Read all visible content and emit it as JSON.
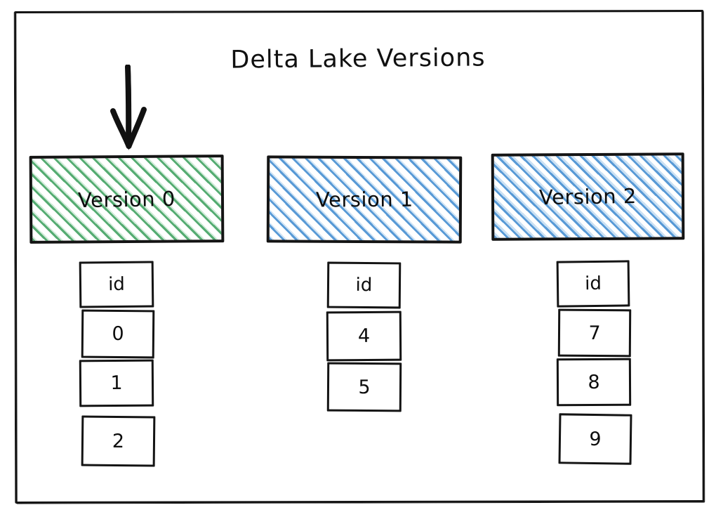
{
  "diagram": {
    "title": "Delta Lake Versions",
    "frame": {
      "name": "outer-border"
    },
    "arrow": {
      "name": "down-arrow",
      "points_to": "Version 0"
    },
    "colors": {
      "version0_hatch": "#4ca86a",
      "version1_hatch": "#4f94d4",
      "version2_hatch": "#4f94d4",
      "header_hatch": "#aaaaaa",
      "stroke": "#141414",
      "background": "#ffffff"
    },
    "versions": [
      {
        "label": "Version 0",
        "hatch": "green",
        "table": {
          "header": "id",
          "rows": [
            "0",
            "1",
            "2"
          ]
        }
      },
      {
        "label": "Version 1",
        "hatch": "blue",
        "table": {
          "header": "id",
          "rows": [
            "4",
            "5"
          ]
        }
      },
      {
        "label": "Version 2",
        "hatch": "blue",
        "table": {
          "header": "id",
          "rows": [
            "7",
            "8",
            "9"
          ]
        }
      }
    ]
  }
}
